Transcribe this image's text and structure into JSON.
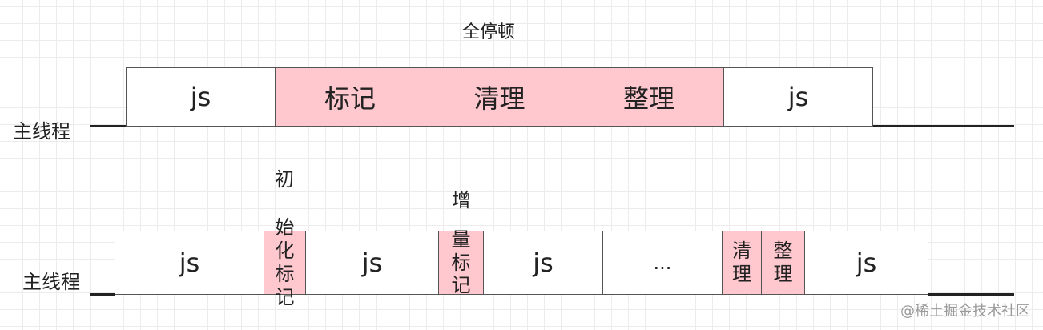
{
  "title": "全停顿",
  "full_pause_row": {
    "label": "主线程",
    "segments": [
      "js",
      "标记",
      "清理",
      "整理",
      "js"
    ]
  },
  "incremental_row": {
    "label": "主线程",
    "segments": [
      "js",
      "初始化标记",
      "js",
      "增量标记",
      "js",
      "...",
      "清理",
      "整理",
      "js"
    ],
    "initial_mark_top": "初",
    "initial_mark_in": "始化标记",
    "incremental_mark_top": "增",
    "incremental_mark_in": "量标记"
  },
  "watermark": "@稀土掘金技术社区",
  "colors": {
    "gc_fill": "#ffc7ce",
    "js_fill": "#ffffff",
    "border": "#555555",
    "line": "#222222"
  }
}
